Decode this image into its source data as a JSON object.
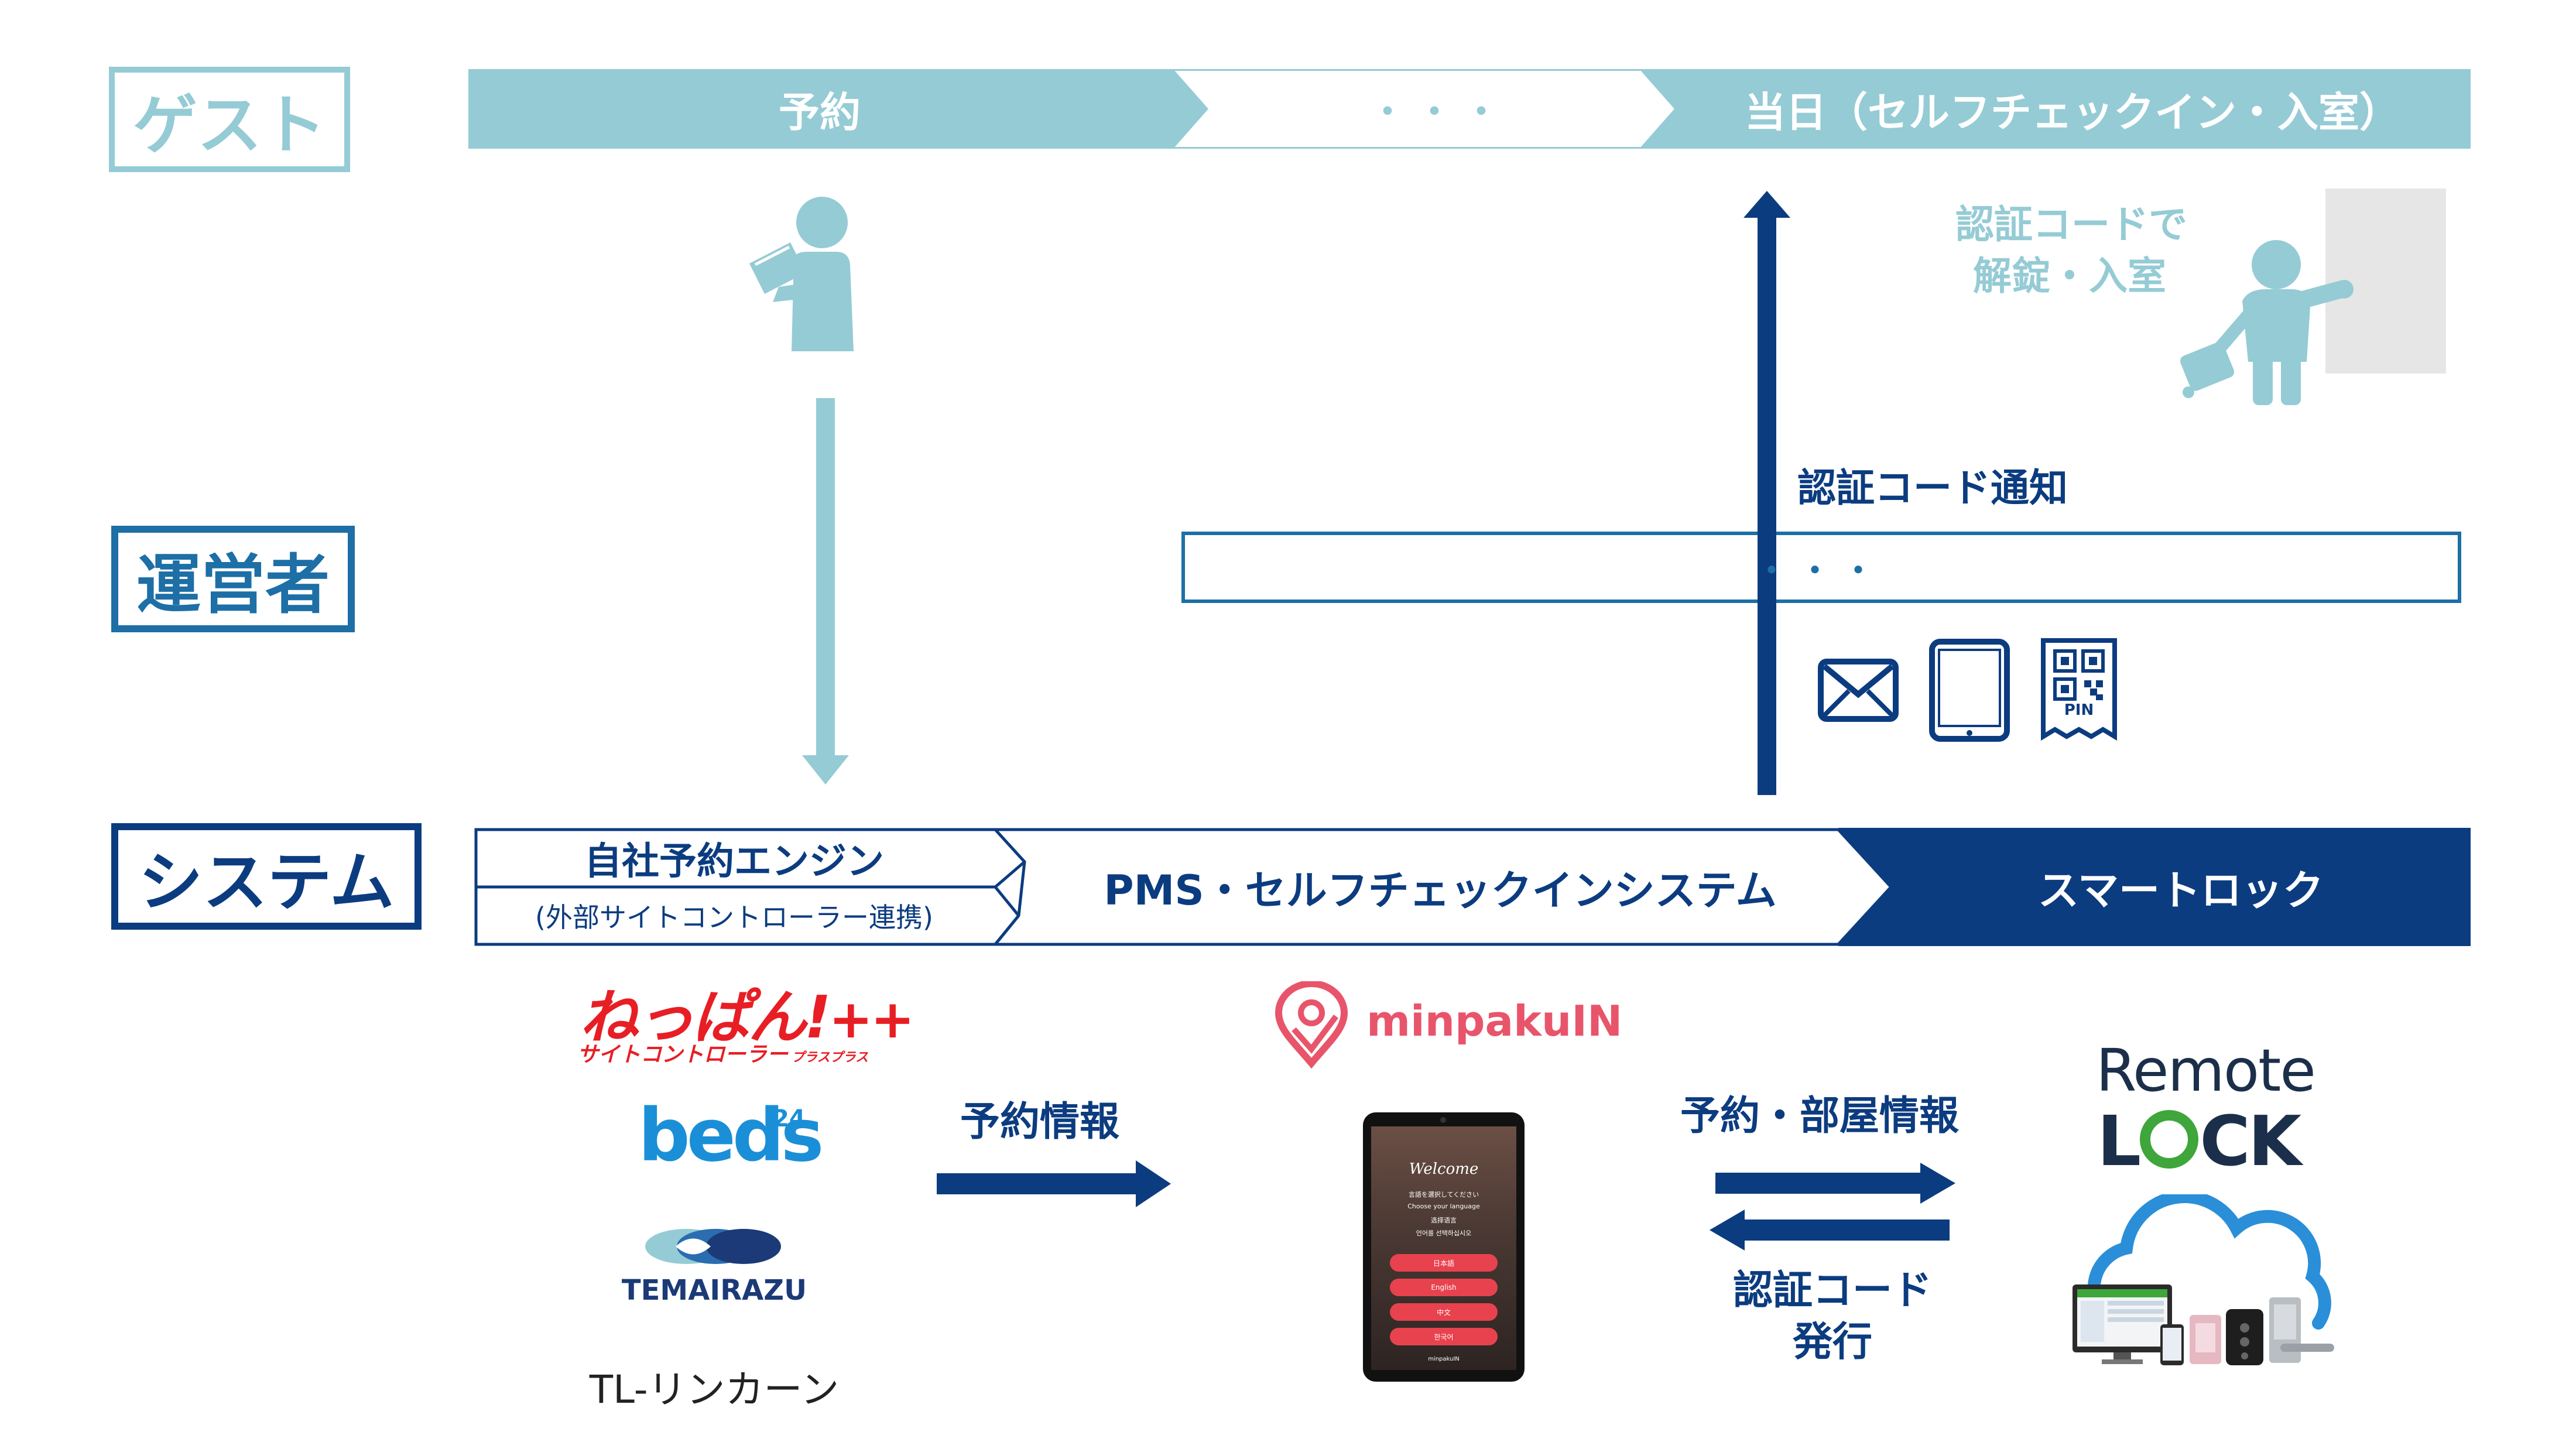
{
  "colors": {
    "guest": "#95cbd5",
    "guest_light": "#d4ebef",
    "navy": "#0c3c80",
    "white": "#ffffff",
    "gray_door": "#e6e6e6",
    "nepan_red": "#e81e25",
    "beds_blue": "#1a8fd8",
    "temairazu_navy": "#1b3a77",
    "minpaku_pink": "#e8556b",
    "remotelock_navy": "#1c2f4a"
  },
  "lanes": {
    "guest": "ゲスト",
    "operator": "運営者",
    "system": "システム"
  },
  "guest_flow": {
    "step1": "予約",
    "step2": "・・・",
    "step3": "当日（セルフチェックイン・入室）"
  },
  "guest_annotation": {
    "line1": "認証コードで",
    "line2": "解錠・入室"
  },
  "operator": {
    "notify_label": "認証コード通知",
    "bar_text": "・・・",
    "pin_label": "PIN"
  },
  "system_flow": {
    "engine_main": "自社予約エンジン",
    "engine_sub": "(外部サイトコントローラー連携)",
    "pms": "PMS・セルフチェックインシステム",
    "smartlock": "スマートロック"
  },
  "logos": {
    "neppan_main": "ねっぱん!",
    "neppan_plus": "++",
    "neppan_sub": "サイトコントローラー",
    "neppan_sub_small": "プラスプラス",
    "beds": "beds",
    "beds_num": "24",
    "temairazu": "TEMAIRAZU",
    "tl": "TL-リンカーン",
    "minpaku": "minpakuIN",
    "remote": "Remote",
    "lock_l": "L",
    "lock_ck": "CK"
  },
  "arrows": {
    "reservation_info": "予約情報",
    "room_info": "予約・部屋情報",
    "auth_issue_line1": "認証コード",
    "auth_issue_line2": "発行"
  },
  "tablet_screen": {
    "title": "Welcome",
    "line1": "言語を選択してください",
    "line2": "Choose your language",
    "line3": "选择语言",
    "line4": "언어를 선택하십시오",
    "btn1": "日本語",
    "btn2": "English",
    "btn3": "中文",
    "btn4": "한국어",
    "footer": "minpakuIN"
  }
}
